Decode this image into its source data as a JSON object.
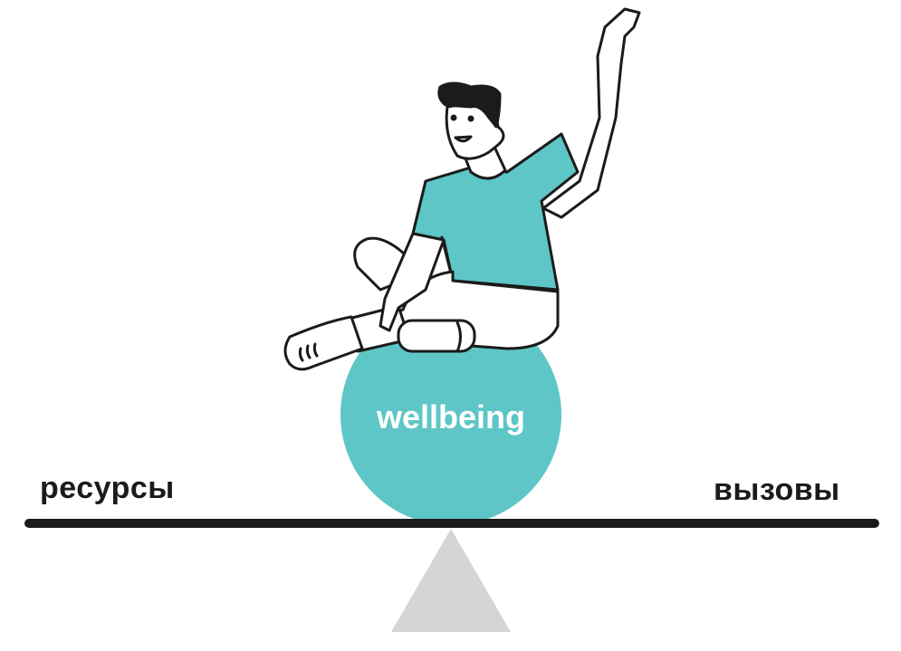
{
  "labels": {
    "left": "ресурсы",
    "right": "вызовы",
    "center": "wellbeing"
  },
  "colors": {
    "teal": "#5ec6c6",
    "ink": "#1b1b1b",
    "fulcrum": "#d4d5d7"
  }
}
